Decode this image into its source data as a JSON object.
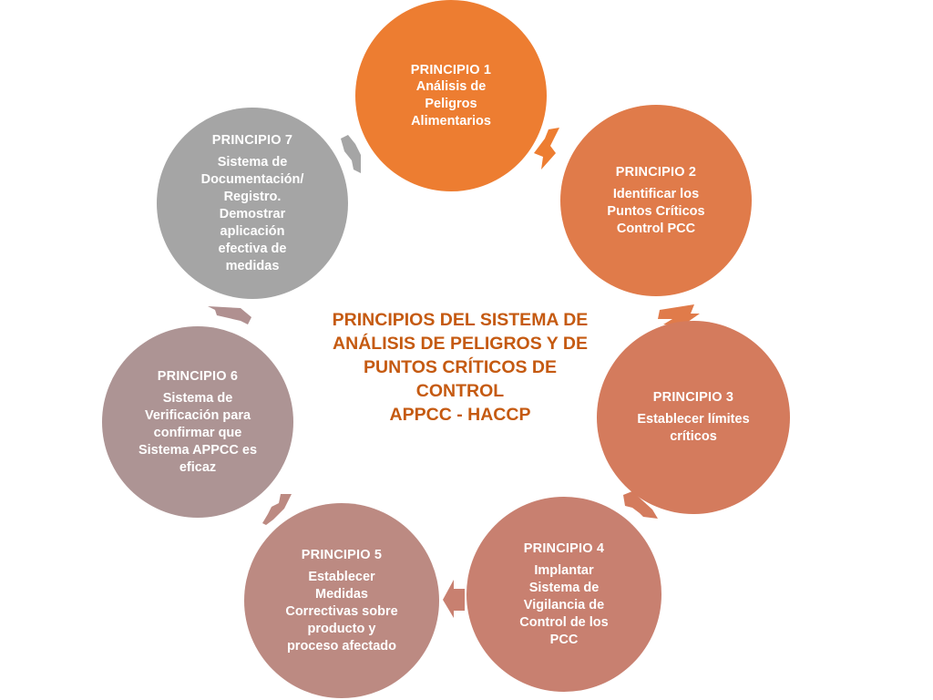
{
  "diagram": {
    "center_title": "PRINCIPIOS DEL SISTEMA DE\nANÁLISIS DE PELIGROS Y DE\nPUNTOS CRÍTICOS DE\nCONTROL\nAPPCC - HACCP",
    "center_title_color": "#C55A11",
    "principles": [
      {
        "title": "PRINCIPIO 1",
        "description": "Análisis de\nPeligros\nAlimentarios",
        "color": "#ED7D31"
      },
      {
        "title": "PRINCIPIO 2",
        "description": "Identificar los\nPuntos Críticos\nControl PCC",
        "color": "#E07B4A"
      },
      {
        "title": "PRINCIPIO 3",
        "description": "Establecer límites\ncríticos",
        "color": "#D47B5D"
      },
      {
        "title": "PRINCIPIO 4",
        "description": "Implantar\nSistema de\nVigilancia de\nControl de los\nPCC",
        "color": "#C88070"
      },
      {
        "title": "PRINCIPIO 5",
        "description": "Establecer\nMedidas\nCorrectivas sobre\nproducto y\nproceso afectado",
        "color": "#BC8A82"
      },
      {
        "title": "PRINCIPIO 6",
        "description": "Sistema de\nVerificación para\nconfirmar que\nSistema APPCC es\neficaz",
        "color": "#AD9494"
      },
      {
        "title": "PRINCIPIO 7",
        "description": "Sistema de\nDocumentación/\nRegistro.\nDemostrar\naplicación\nefectiva de\nmedidas",
        "color": "#A5A5A5"
      }
    ],
    "flow": "clockwise P1 → P2 → P3 → P4 → P5 → P6 → P7 → P1"
  }
}
